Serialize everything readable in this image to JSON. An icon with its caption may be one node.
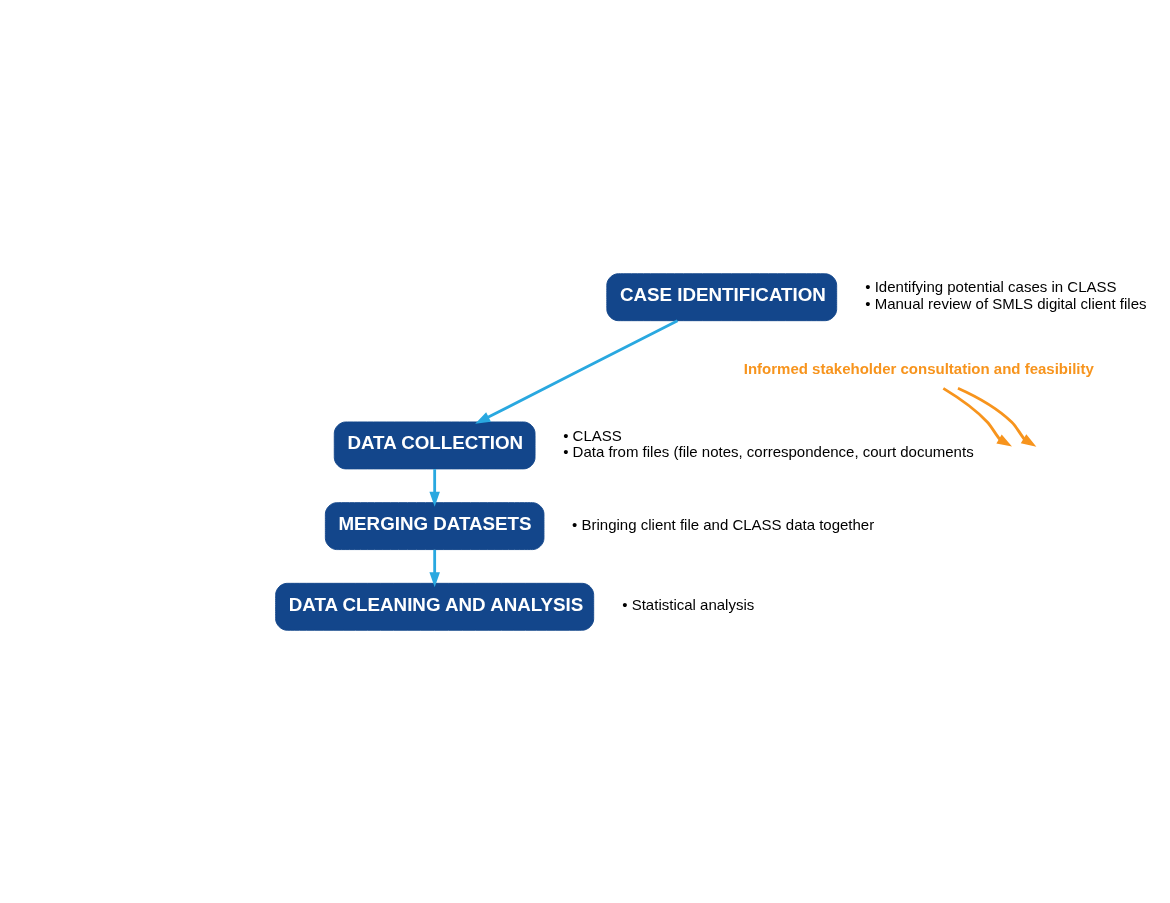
{
  "diagram": {
    "nodes": [
      {
        "text": [
          "CASE IDENTIFICATION"
        ],
        "beside": [
          "• Identifying potential cases in CLASS",
          "• Manual review of SMLS digital client files"
        ]
      },
      {
        "text": [
          "DATA COLLECTION"
        ],
        "beside": [
          "• CLASS",
          "• Data from files (file notes, correspondence, court documents"
        ]
      },
      {
        "text": [
          "MERGING DATASETS"
        ],
        "beside": [
          "• Bringing client file and CLASS data together"
        ]
      },
      {
        "text": [
          "DATA CLEANING AND ANALYSIS"
        ],
        "beside": [
          "• Statistical analysis"
        ]
      },
      {
        "text": [
          "Informed stakeholder consultation and feasibility"
        ]
      }
    ],
    "edges": [
      {
        "from": 0,
        "to": 1,
        "arrow": "to"
      },
      {
        "from": 1,
        "to": 2,
        "arrow": "to"
      },
      {
        "from": 2,
        "to": 3,
        "arrow": "to"
      },
      {
        "from": 4,
        "to": null,
        "arrow": "to",
        "color": "#f7941d"
      },
      {
        "from": 4,
        "to": null,
        "arrow": "to",
        "color": "#f7941d"
      }
    ]
  }
}
